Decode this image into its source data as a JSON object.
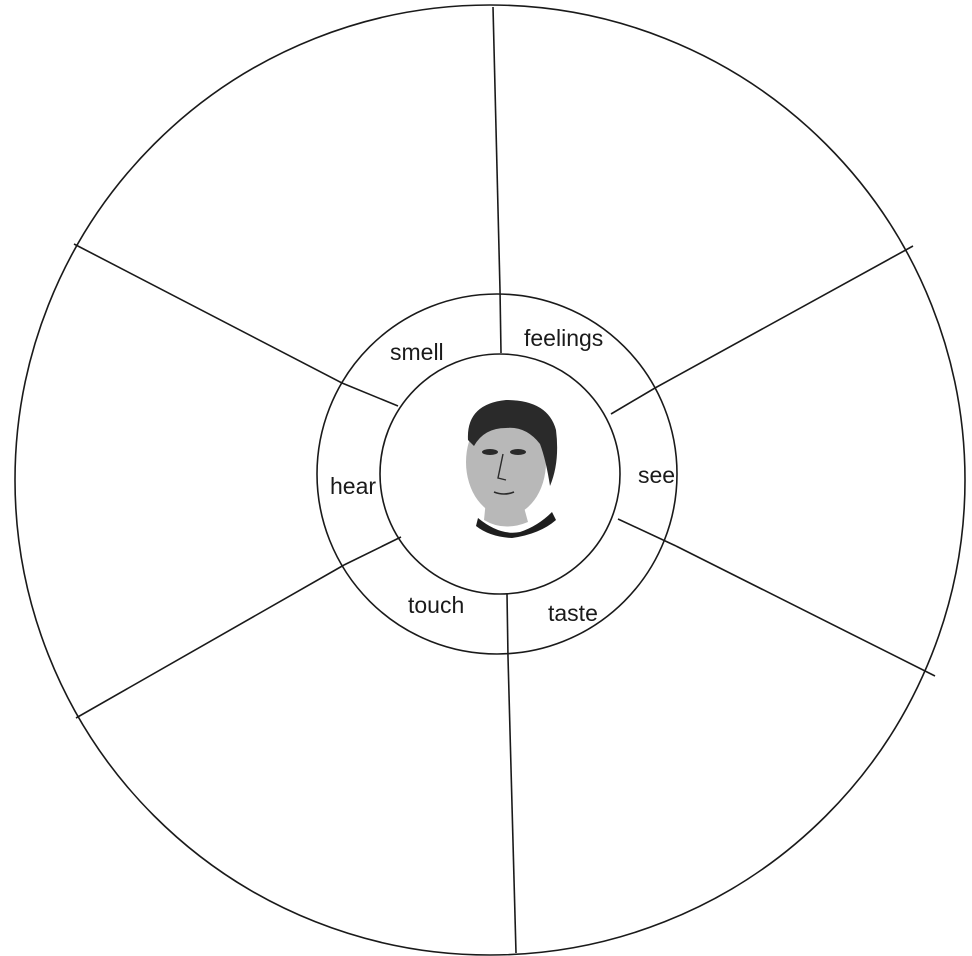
{
  "senses": [
    {
      "key": "smell",
      "label": "smell"
    },
    {
      "key": "feelings",
      "label": "feelings"
    },
    {
      "key": "see",
      "label": "see"
    },
    {
      "key": "taste",
      "label": "taste"
    },
    {
      "key": "touch",
      "label": "touch"
    },
    {
      "key": "hear",
      "label": "hear"
    }
  ],
  "center_image": {
    "icon": "portrait-face-icon",
    "colors": {
      "hair": "#2a2a2a",
      "skin": "#b8b8b8",
      "coat": "#1e1e1e"
    }
  },
  "colors": {
    "line": "#1a1a1a",
    "background": "#ffffff",
    "text": "#1a1a1a"
  }
}
